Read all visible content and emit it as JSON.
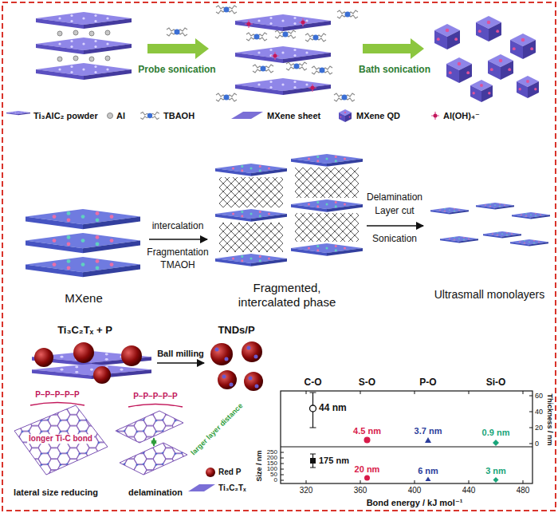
{
  "diagram": {
    "nodes": [
      {
        "text": [
          "MXene"
        ]
      },
      {
        "text": [
          "Fragmented, intercalated phase"
        ]
      },
      {
        "text": [
          "Ultrasmall monolayers"
        ]
      },
      {
        "text": [
          "Ti₃C₂Tₓ + P"
        ]
      },
      {
        "text": [
          "TNDs/P"
        ]
      }
    ],
    "edges": [
      {
        "from": 0,
        "to": 1,
        "arrow": "to"
      },
      {
        "from": 1,
        "to": 2,
        "arrow": "to"
      },
      {
        "from": 3,
        "to": 4,
        "label": "Ball milling",
        "arrow": "to"
      }
    ],
    "labels": [
      "Probe sonication",
      "Bath sonication",
      "intercalation",
      "Fragmentation",
      "TMAOH",
      "Delamination",
      "Layer cut",
      "Sonication",
      "P–P–P–P–P",
      "P–P–P–P–P",
      "longer Ti-C bond",
      "larger layer distance",
      "lateral size reducing",
      "delamination",
      "C-O",
      "S-O",
      "P-O",
      "Si-O",
      "Thickness / nm",
      "60",
      "40",
      "20",
      "0",
      "44 nm",
      "4.5 nm",
      "3.7 nm",
      "0.9 nm",
      "Size / nm",
      "250",
      "200",
      "150",
      "100",
      "50",
      "0",
      "175 nm",
      "20 nm",
      "6 nm",
      "3 nm",
      "320",
      "360",
      "400",
      "440",
      "480",
      "Bond energy / kJ mol⁻¹"
    ],
    "legend": [
      {
        "text": "Ti₃AlC₂ powder"
      },
      {
        "text": "Al"
      },
      {
        "text": "TBAOH"
      },
      {
        "text": "MXene sheet"
      },
      {
        "text": "MXene QD"
      },
      {
        "text": "Al(OH)₄⁻"
      },
      {
        "text": "Red P"
      },
      {
        "text": "Ti₃C₂Tₓ"
      }
    ]
  }
}
